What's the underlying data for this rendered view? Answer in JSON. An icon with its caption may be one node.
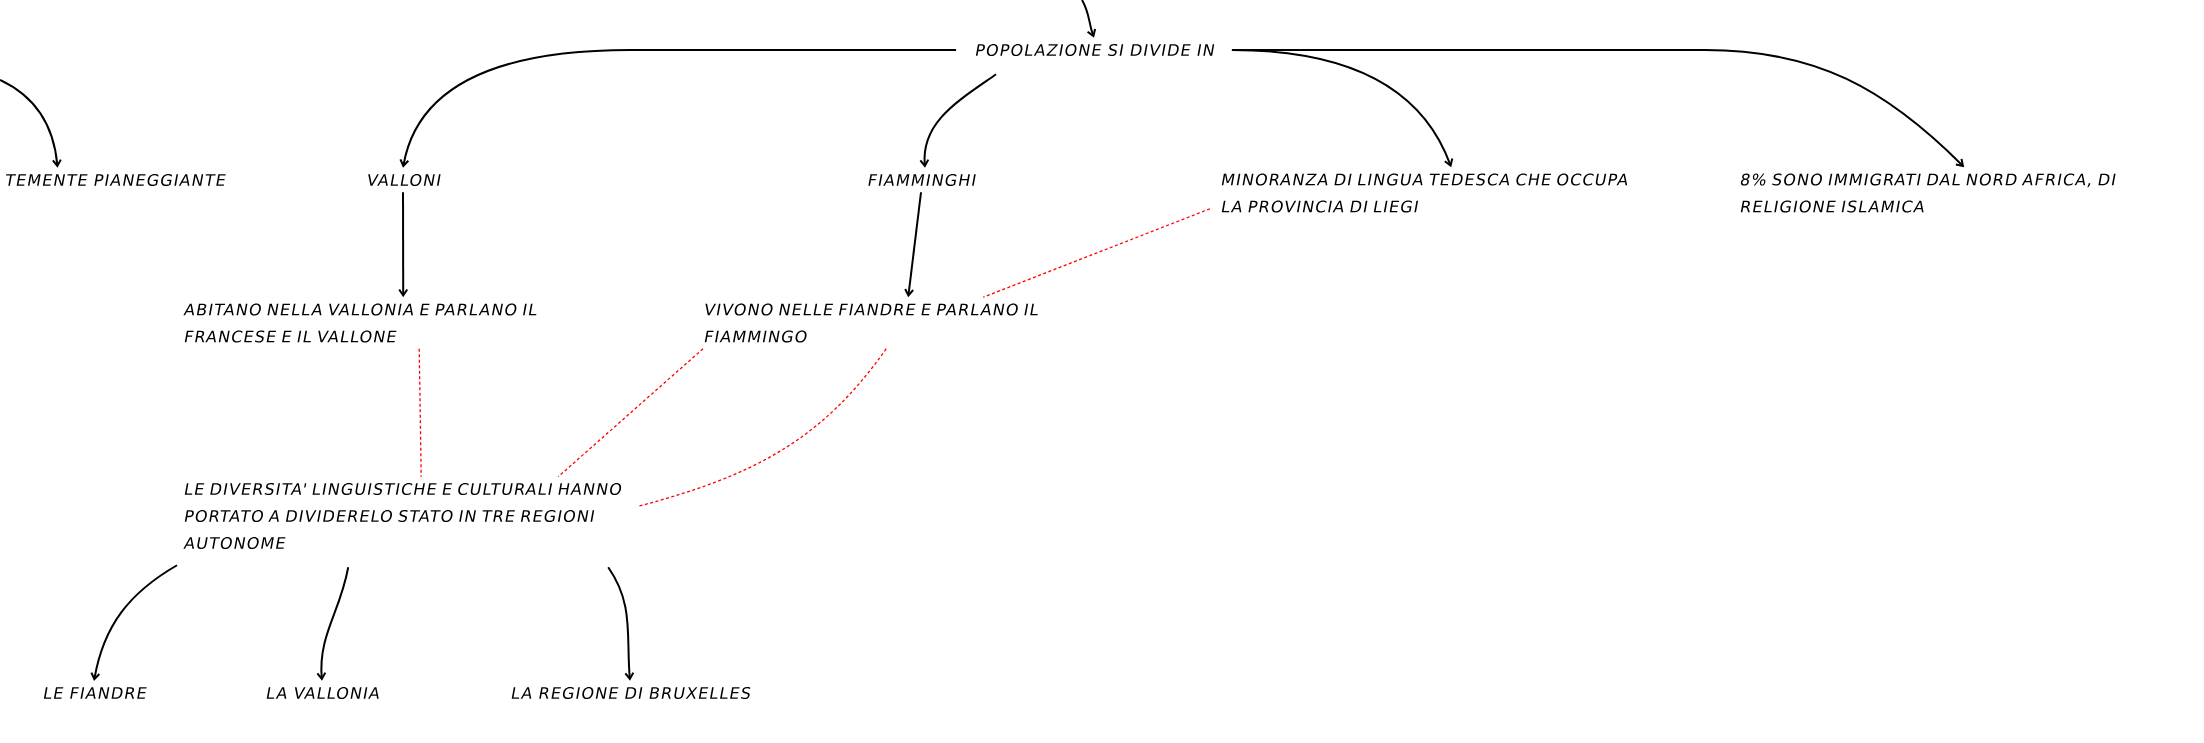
{
  "diagram": {
    "nodes": [
      {
        "text": [
          "POPOLAZIONE SI DIVIDE IN"
        ]
      },
      {
        "text": [
          "TEMENTE PIANEGGIANTE"
        ]
      },
      {
        "text": [
          "VALLONI"
        ]
      },
      {
        "text": [
          "FIAMMINGHI"
        ]
      },
      {
        "text": [
          "MINORANZA DI LINGUA TEDESCA CHE OCCUPA LA PROVINCIA DI LIEGI"
        ]
      },
      {
        "text": [
          "8% SONO IMMIGRATI DAL NORD AFRICA, DI RELIGIONE ISLAMICA"
        ]
      },
      {
        "text": [
          "ABITANO NELLA VALLONIA E PARLANO IL FRANCESE E IL VALLONE"
        ]
      },
      {
        "text": [
          "VIVONO NELLE FIANDRE E PARLANO IL FIAMMINGO"
        ]
      },
      {
        "text": [
          "LE DIVERSITA' LINGUISTICHE E CULTURALI HANNO PORTATO A DIVIDERELO STATO IN TRE REGIONI AUTONOME"
        ]
      },
      {
        "text": [
          "LE FIANDRE"
        ]
      },
      {
        "text": [
          "LA VALLONIA"
        ]
      },
      {
        "text": [
          "LA REGIONE DI BRUXELLES"
        ]
      }
    ],
    "edges": [
      {
        "from": null,
        "to": 0,
        "arrow": "to"
      },
      {
        "from": null,
        "to": 1,
        "arrow": "to"
      },
      {
        "from": 0,
        "to": 2,
        "arrow": "to"
      },
      {
        "from": 0,
        "to": 3,
        "arrow": "to"
      },
      {
        "from": 0,
        "to": 4,
        "arrow": "to"
      },
      {
        "from": 0,
        "to": 5,
        "arrow": "to"
      },
      {
        "from": 2,
        "to": 6,
        "arrow": "to"
      },
      {
        "from": 3,
        "to": 7,
        "arrow": "to"
      },
      {
        "from": 4,
        "to": 7,
        "arrow": "none",
        "style": "dashed",
        "color": "#ff0000"
      },
      {
        "from": 6,
        "to": 8,
        "arrow": "none",
        "style": "dashed",
        "color": "#ff0000"
      },
      {
        "from": 7,
        "to": 8,
        "arrow": "none",
        "style": "dashed",
        "color": "#ff0000"
      },
      {
        "from": 7,
        "to": 8,
        "arrow": "none",
        "style": "dashed",
        "color": "#ff0000"
      },
      {
        "from": 8,
        "to": 9,
        "arrow": "to"
      },
      {
        "from": 8,
        "to": 10,
        "arrow": "to"
      },
      {
        "from": 8,
        "to": 11,
        "arrow": "to"
      }
    ]
  }
}
